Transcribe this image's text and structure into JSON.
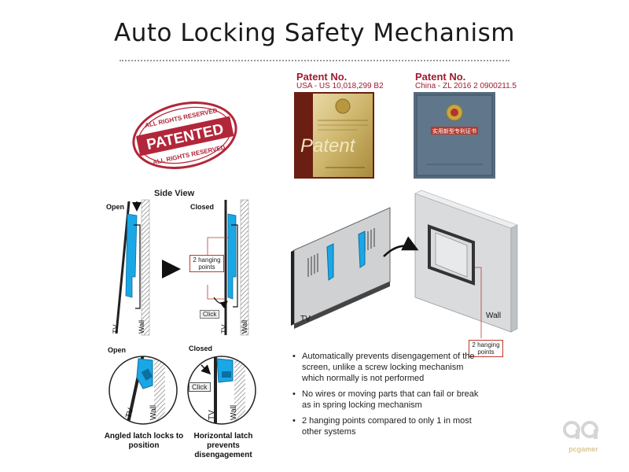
{
  "title": "Auto Locking Safety Mechanism",
  "stamp": {
    "top_text": "ALL RIGHTS RESERVED",
    "main_text": "PATENTED",
    "bottom_text": "ALL RIGHTS RESERVED"
  },
  "patents": [
    {
      "label": "Patent No.",
      "number": "USA - US 10,018,299 B2",
      "cert_text": "Patent"
    },
    {
      "label": "Patent No.",
      "number": "China - ZL 2016 2 0900211.5",
      "cert_text": "实用新型专利证书"
    }
  ],
  "side_view": {
    "heading": "Side View",
    "open_label": "Open",
    "closed_label": "Closed",
    "tv_label": "TV",
    "wall_label": "Wall",
    "hanging_points": "2 hanging points",
    "click_label": "Click"
  },
  "details": [
    {
      "state": "Open",
      "tv": "TV",
      "wall": "Wall",
      "caption": "Angled latch locks to position"
    },
    {
      "state": "Closed",
      "tv": "TV",
      "wall": "Wall",
      "click": "Click",
      "caption": "Horizontal latch prevents disengagement"
    }
  ],
  "iso": {
    "tv_label": "TV",
    "wall_label": "Wall",
    "hanging_points": "2 hanging points"
  },
  "bullets": [
    "Automatically prevents disengagement of the screen, unlike a screw locking mechanism which normally is not performed",
    "No wires or moving parts that can fail or break as in spring locking mechanism",
    "2 hanging points compared to only 1 in most other systems"
  ],
  "watermark": "pcgamer",
  "colors": {
    "patent_red": "#9e1b32",
    "bracket_blue": "#1aa7e6",
    "annotation_red": "#c0392b"
  }
}
